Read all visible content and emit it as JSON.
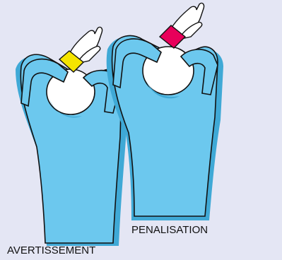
{
  "labels": {
    "left": "AVERTISSEMENT",
    "right": "PENALISATION"
  },
  "figures": {
    "left": {
      "icon": "referee-warning-gesture-figure",
      "wrist_band_color": "#f5e400"
    },
    "right": {
      "icon": "referee-penalty-gesture-figure",
      "wrist_band_color": "#e8005a"
    }
  },
  "colors": {
    "background": "#e4e6f4",
    "body": "#6cc8ee",
    "body_shadow": "#3fa9d6",
    "head": "#ffffff",
    "outline": "#111111"
  }
}
